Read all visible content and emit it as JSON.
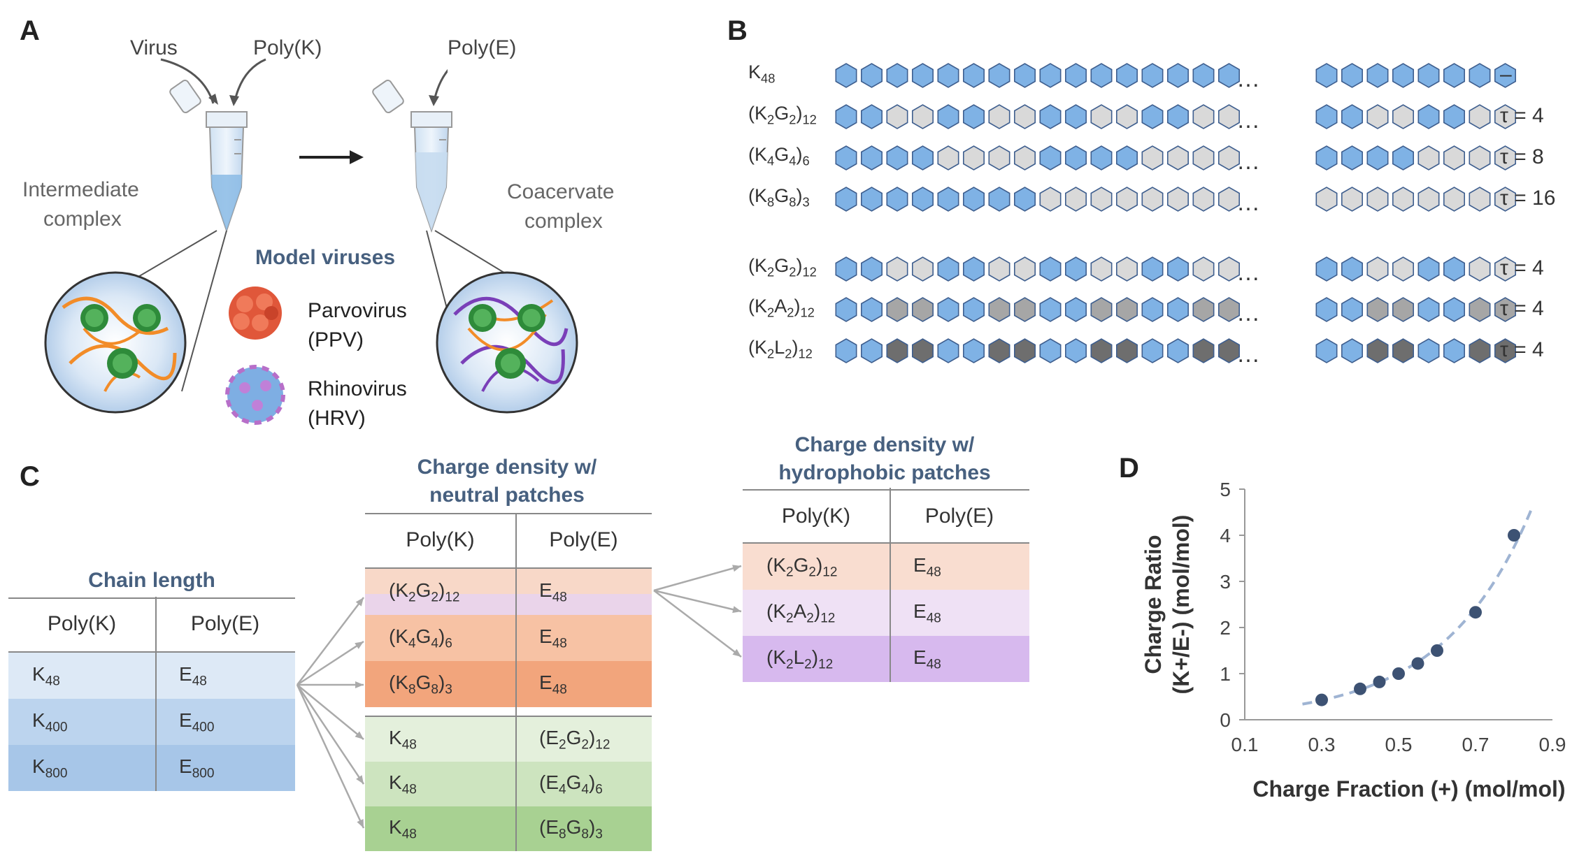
{
  "panels": {
    "a": "A",
    "b": "B",
    "c": "C",
    "d": "D"
  },
  "panel_a": {
    "virus": "Virus",
    "polyk": "Poly(K)",
    "polye": "Poly(E)",
    "intermediate_1": "Intermediate",
    "intermediate_2": "complex",
    "coacervate_1": "Coacervate",
    "coacervate_2": "complex",
    "model_viruses": "Model viruses",
    "parvo_1": "Parvovirus",
    "parvo_2": "(PPV)",
    "rhino_1": "Rhinovirus",
    "rhino_2": "(HRV)"
  },
  "panel_b": {
    "rows": [
      {
        "label": "K48",
        "tau": "–",
        "pattern": "KKKKKKKKKKKKKKKK",
        "tail": "KKKKKKKK"
      },
      {
        "label": "(K2G2)12",
        "tau": "τ = 4",
        "pattern": "KKGGKKGGKKGGKKGG",
        "tail": "KKGGKKGG"
      },
      {
        "label": "(K4G4)6",
        "tau": "τ = 8",
        "pattern": "KKKKGGGGKKKKGGGG",
        "tail": "KKKKGGGG"
      },
      {
        "label": "(K8G8)3",
        "tau": "τ = 16",
        "pattern": "KKKKKKKKGGGGGGGG",
        "tail": "GGGGGGGG"
      },
      {
        "label": "(K2G2)12",
        "tau": "τ = 4",
        "pattern": "KKGGKKGGKKGGKKGG",
        "tail": "KKGGKKGG"
      },
      {
        "label": "(K2A2)12",
        "tau": "τ = 4",
        "pattern": "KKAAKKAAKKAAKKAA",
        "tail": "KKAAKKAA"
      },
      {
        "label": "(K2L2)12",
        "tau": "τ = 4",
        "pattern": "KKLLKKLLKKLLKKLL",
        "tail": "KKLLKKLL"
      }
    ],
    "colors": {
      "K": "#7fb2e5",
      "G": "#d9d9d9",
      "A": "#a6a6a6",
      "L": "#6e6e6e"
    }
  },
  "panel_c": {
    "chain_length": {
      "title": "Chain length",
      "col1": "Poly(K)",
      "col2": "Poly(E)",
      "rows": [
        [
          "K48",
          "E48"
        ],
        [
          "K400",
          "E400"
        ],
        [
          "K800",
          "E800"
        ]
      ]
    },
    "neutral": {
      "title_1": "Charge density w/",
      "title_2": "neutral patches",
      "col1": "Poly(K)",
      "col2": "Poly(E)",
      "rows_top": [
        [
          "(K2G2)12",
          "E48"
        ],
        [
          "(K4G4)6",
          "E48"
        ],
        [
          "(K8G8)3",
          "E48"
        ]
      ],
      "rows_bottom": [
        [
          "K48",
          "(E2G2)12"
        ],
        [
          "K48",
          "(E4G4)6"
        ],
        [
          "K48",
          "(E8G8)3"
        ]
      ]
    },
    "hydrophobic": {
      "title_1": "Charge density w/",
      "title_2": "hydrophobic patches",
      "col1": "Poly(K)",
      "col2": "Poly(E)",
      "rows": [
        [
          "(K2G2)12",
          "E48"
        ],
        [
          "(K2A2)12",
          "E48"
        ],
        [
          "(K2L2)12",
          "E48"
        ]
      ]
    }
  },
  "chart_data": {
    "type": "scatter",
    "xlabel": "Charge Fraction (+) (mol/mol)",
    "ylabel_1": "Charge Ratio",
    "ylabel_2": "(K+/E-) (mol/mol)",
    "xlim": [
      0.1,
      0.9
    ],
    "ylim": [
      0,
      5
    ],
    "xticks": [
      "0.1",
      "0.3",
      "0.5",
      "0.7",
      "0.9"
    ],
    "yticks": [
      "0",
      "1",
      "2",
      "3",
      "4",
      "5"
    ],
    "x": [
      0.3,
      0.4,
      0.45,
      0.5,
      0.55,
      0.6,
      0.7,
      0.8
    ],
    "y": [
      0.43,
      0.67,
      0.82,
      1.0,
      1.22,
      1.5,
      2.33,
      4.0
    ],
    "fit": "dashed",
    "fit_x_range": [
      0.25,
      0.85
    ],
    "point_color": "#3d5273",
    "fit_color": "#9fb4d3"
  }
}
